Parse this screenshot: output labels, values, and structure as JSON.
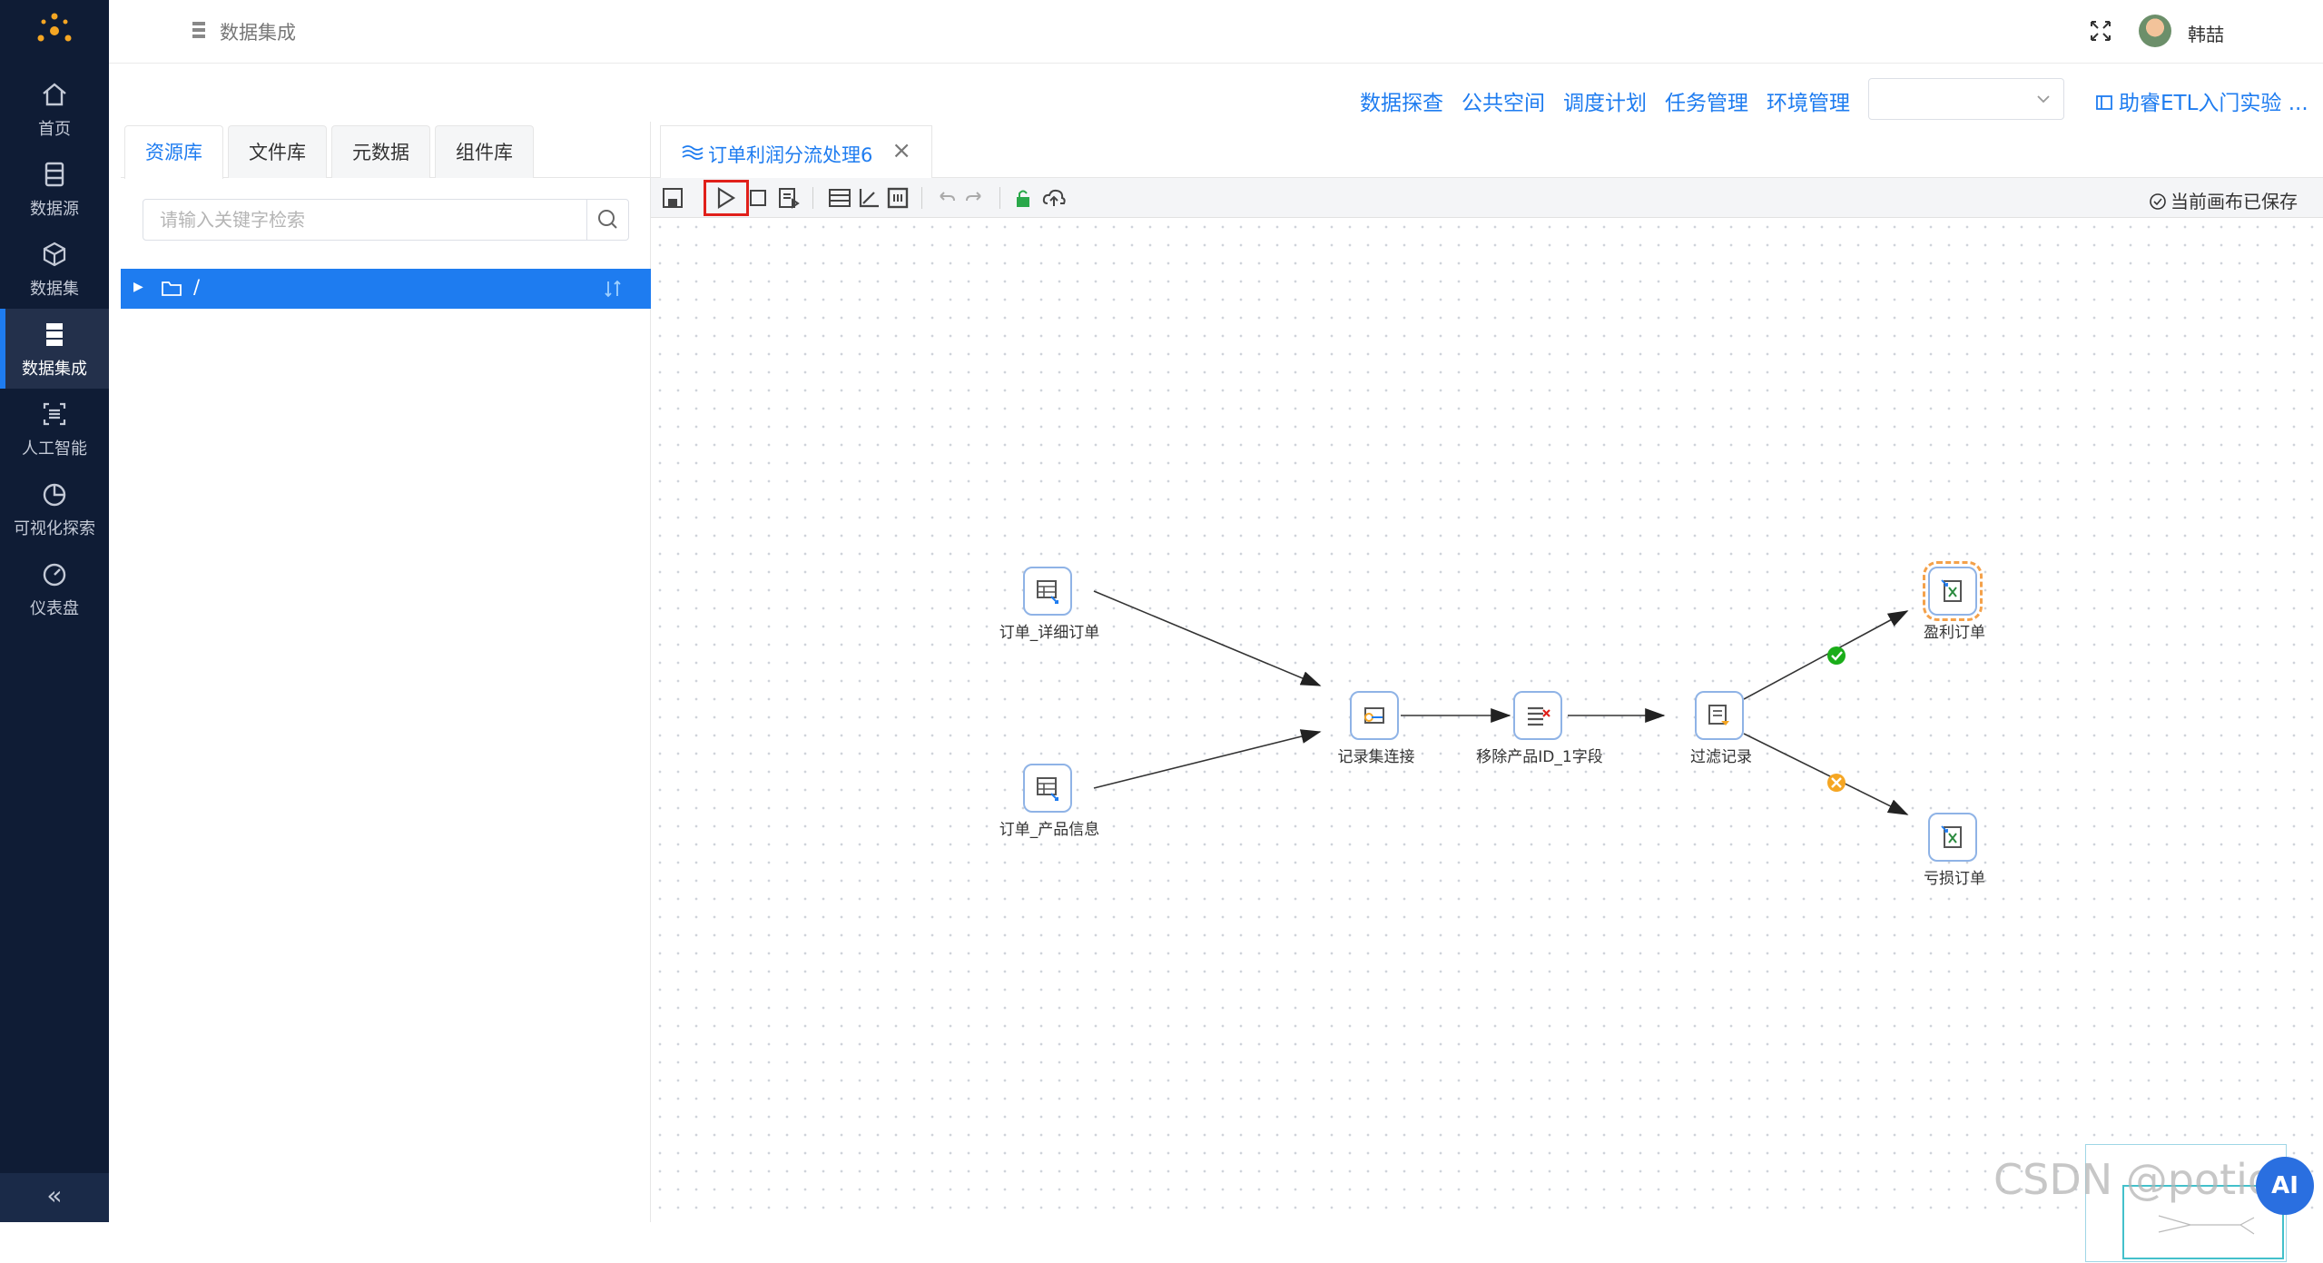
{
  "nav": {
    "items": [
      {
        "label": "首页",
        "icon": "home-icon"
      },
      {
        "label": "数据源",
        "icon": "database-icon"
      },
      {
        "label": "数据集",
        "icon": "cube-icon"
      },
      {
        "label": "数据集成",
        "icon": "server-stack-icon"
      },
      {
        "label": "人工智能",
        "icon": "ai-scan-icon"
      },
      {
        "label": "可视化探索",
        "icon": "pie-chart-icon"
      },
      {
        "label": "仪表盘",
        "icon": "gauge-icon"
      }
    ],
    "active": "数据集成",
    "collapse": "«"
  },
  "header": {
    "breadcrumb": "数据集成",
    "user_name": "韩喆"
  },
  "menu": {
    "links": [
      "数据探查",
      "公共空间",
      "调度计划",
      "任务管理",
      "环境管理"
    ],
    "env_select_value": "",
    "guide_link": "助睿ETL入门实验 ..."
  },
  "left_panel": {
    "tabs": [
      "资源库",
      "文件库",
      "元数据",
      "组件库"
    ],
    "active_tab": "资源库",
    "search_placeholder": "请输入关键字检索",
    "tree_root": "/"
  },
  "editor": {
    "tab_title": "订单利润分流处理6",
    "tab_close": "×",
    "saved_status": "当前画布已保存"
  },
  "flow": {
    "nodes": [
      {
        "id": "n1",
        "label": "订单_详细订单",
        "icon": "table-input-icon"
      },
      {
        "id": "n2",
        "label": "订单_产品信息",
        "icon": "table-input-icon"
      },
      {
        "id": "n3",
        "label": "记录集连接",
        "icon": "join-icon"
      },
      {
        "id": "n4",
        "label": "移除产品ID_1字段",
        "icon": "remove-field-icon"
      },
      {
        "id": "n5",
        "label": "过滤记录",
        "icon": "filter-icon"
      },
      {
        "id": "n6",
        "label": "盈利订单",
        "icon": "excel-output-icon"
      },
      {
        "id": "n7",
        "label": "亏损订单",
        "icon": "excel-output-icon"
      }
    ],
    "edges": [
      {
        "from": "n1",
        "to": "n3",
        "kind": "normal"
      },
      {
        "from": "n2",
        "to": "n3",
        "kind": "normal"
      },
      {
        "from": "n3",
        "to": "n4",
        "kind": "normal"
      },
      {
        "from": "n4",
        "to": "n5",
        "kind": "normal"
      },
      {
        "from": "n5",
        "to": "n6",
        "kind": "true"
      },
      {
        "from": "n5",
        "to": "n7",
        "kind": "false"
      }
    ],
    "selected": "n6",
    "colors": {
      "true": "#1aad19",
      "false": "#f5a623",
      "accent": "#1e7cf0"
    }
  },
  "watermark": "CSDN @potio",
  "ai_button": "AI"
}
